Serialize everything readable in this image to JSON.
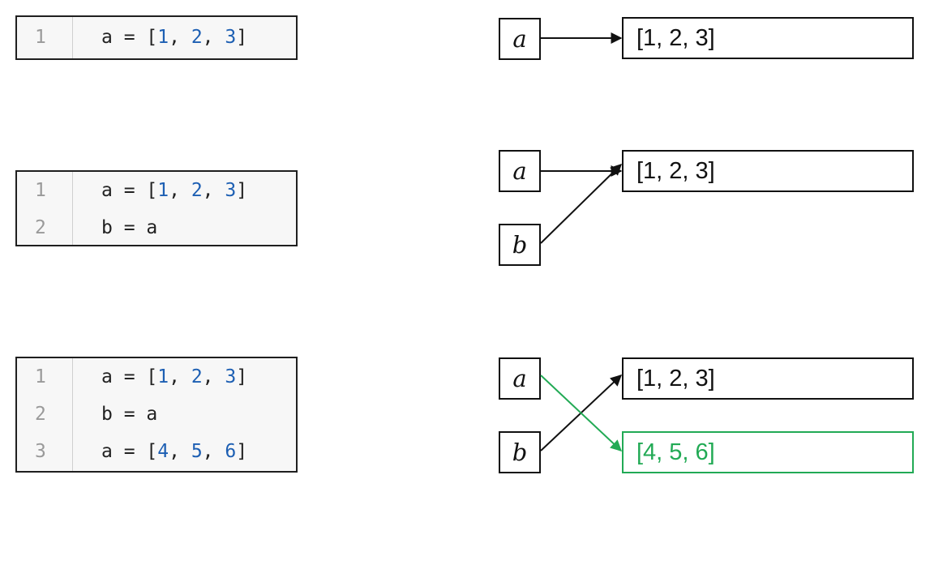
{
  "panels": [
    {
      "code": [
        {
          "ln": "1",
          "pre": "a = [",
          "n1": "1",
          "s1": ", ",
          "n2": "2",
          "s2": ", ",
          "n3": "3",
          "post": "]"
        }
      ],
      "vars": [
        "a"
      ],
      "lists": [
        "[1, 2, 3]"
      ]
    },
    {
      "code": [
        {
          "ln": "1",
          "pre": "a = [",
          "n1": "1",
          "s1": ", ",
          "n2": "2",
          "s2": ", ",
          "n3": "3",
          "post": "]"
        },
        {
          "ln": "2",
          "text": "b = a"
        }
      ],
      "vars": [
        "a",
        "b"
      ],
      "lists": [
        "[1, 2, 3]"
      ]
    },
    {
      "code": [
        {
          "ln": "1",
          "pre": "a = [",
          "n1": "1",
          "s1": ", ",
          "n2": "2",
          "s2": ", ",
          "n3": "3",
          "post": "]"
        },
        {
          "ln": "2",
          "text": "b = a"
        },
        {
          "ln": "3",
          "pre": "a = [",
          "n1": "4",
          "s1": ", ",
          "n2": "5",
          "s2": ", ",
          "n3": "6",
          "post": "]"
        }
      ],
      "vars": [
        "a",
        "b"
      ],
      "lists": [
        "[1, 2, 3]",
        "[4, 5, 6]"
      ]
    }
  ],
  "colors": {
    "number": "#1d5fb3",
    "arrow": "#111111",
    "new_binding": "#22aa55",
    "line_number": "#9a9a9a"
  }
}
